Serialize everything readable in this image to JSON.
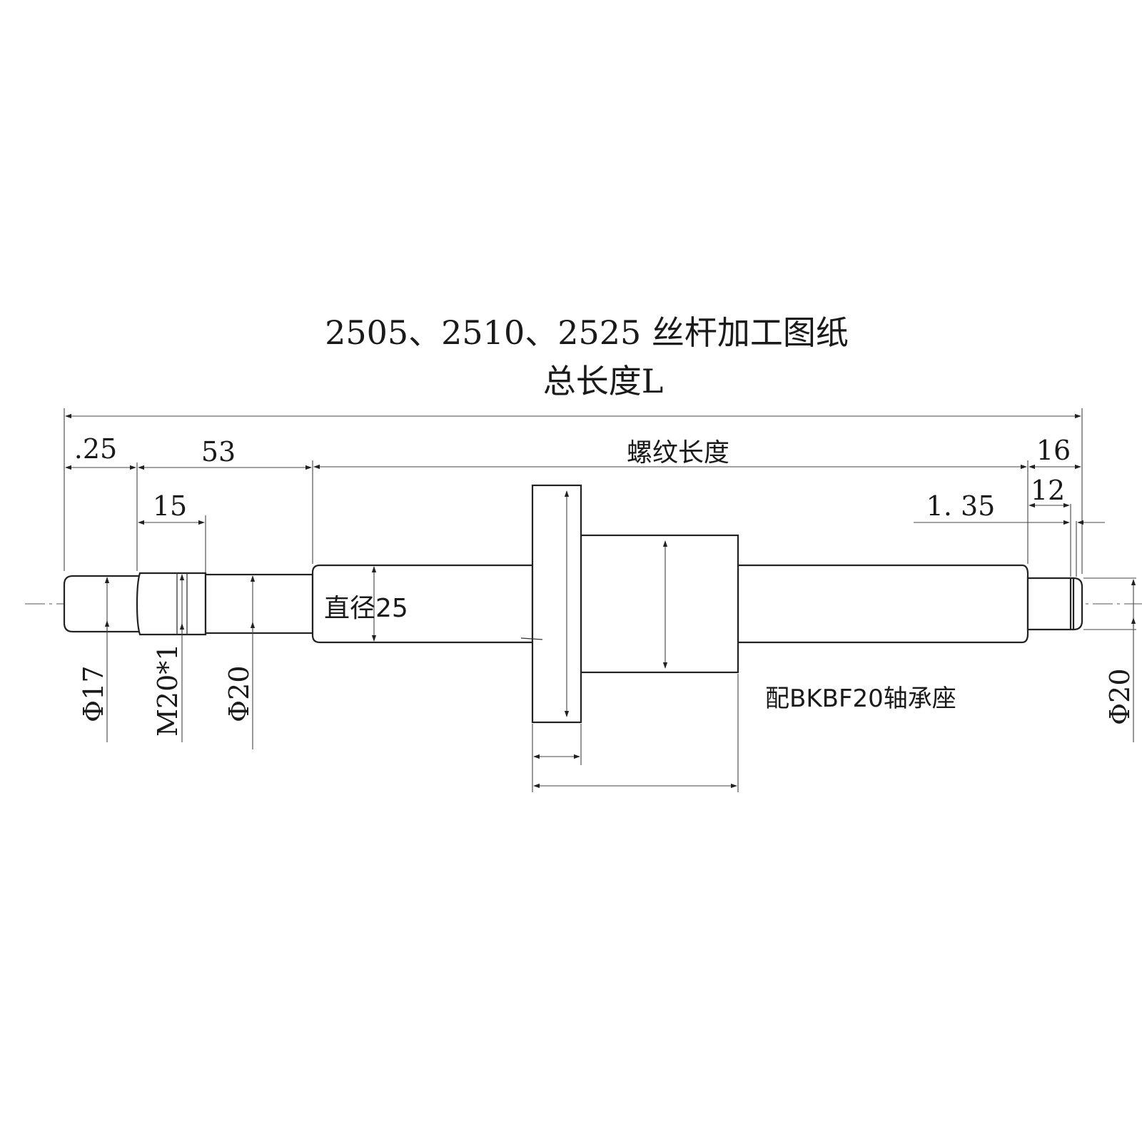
{
  "title": "2505、2510、2525 丝杆加工图纸",
  "subtitle": "总长度L",
  "dimensions": {
    "d25": ".25",
    "d53": "53",
    "thread_length": "螺纹长度",
    "d16": "16",
    "d15": "15",
    "d12": "12",
    "d135": "1. 35"
  },
  "labels": {
    "diameter_25": "直径25",
    "phi17": "Φ17",
    "m20x1": "M20*1",
    "phi20_left": "Φ20",
    "phi20_right": "Φ20",
    "bearing_note": "配BKBF20轴承座"
  },
  "colors": {
    "ink": "#222222",
    "background": "#ffffff"
  }
}
